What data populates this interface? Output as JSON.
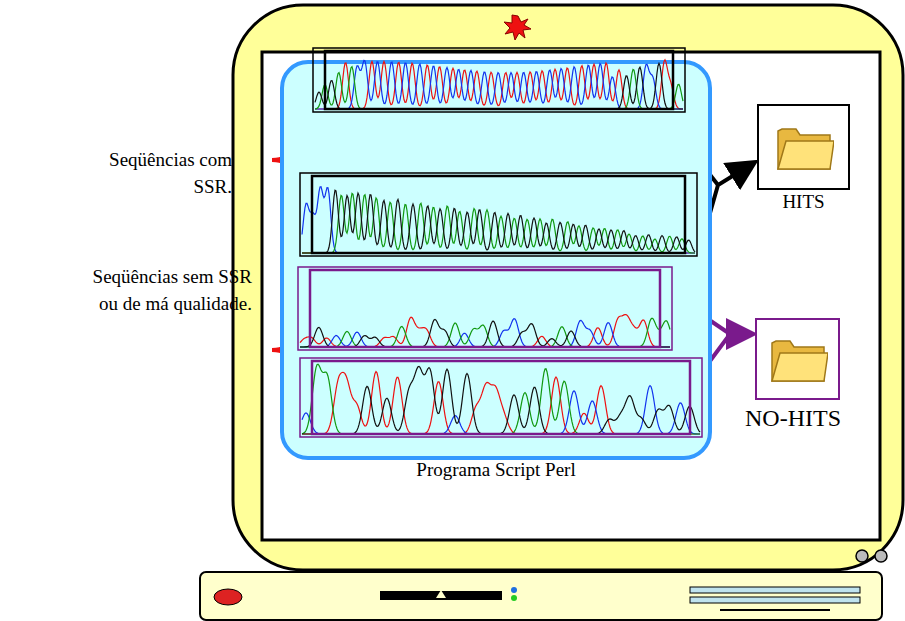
{
  "diagram": {
    "nodes": [
      {
        "text": [
          "Programa Script Perl"
        ]
      },
      {
        "text": [
          "HITS"
        ]
      },
      {
        "text": [
          "NO-HITS"
        ]
      }
    ],
    "labels": [
      "Seqüências com SSR.",
      "Seqüências sem SSR ou de má qualidade."
    ]
  }
}
